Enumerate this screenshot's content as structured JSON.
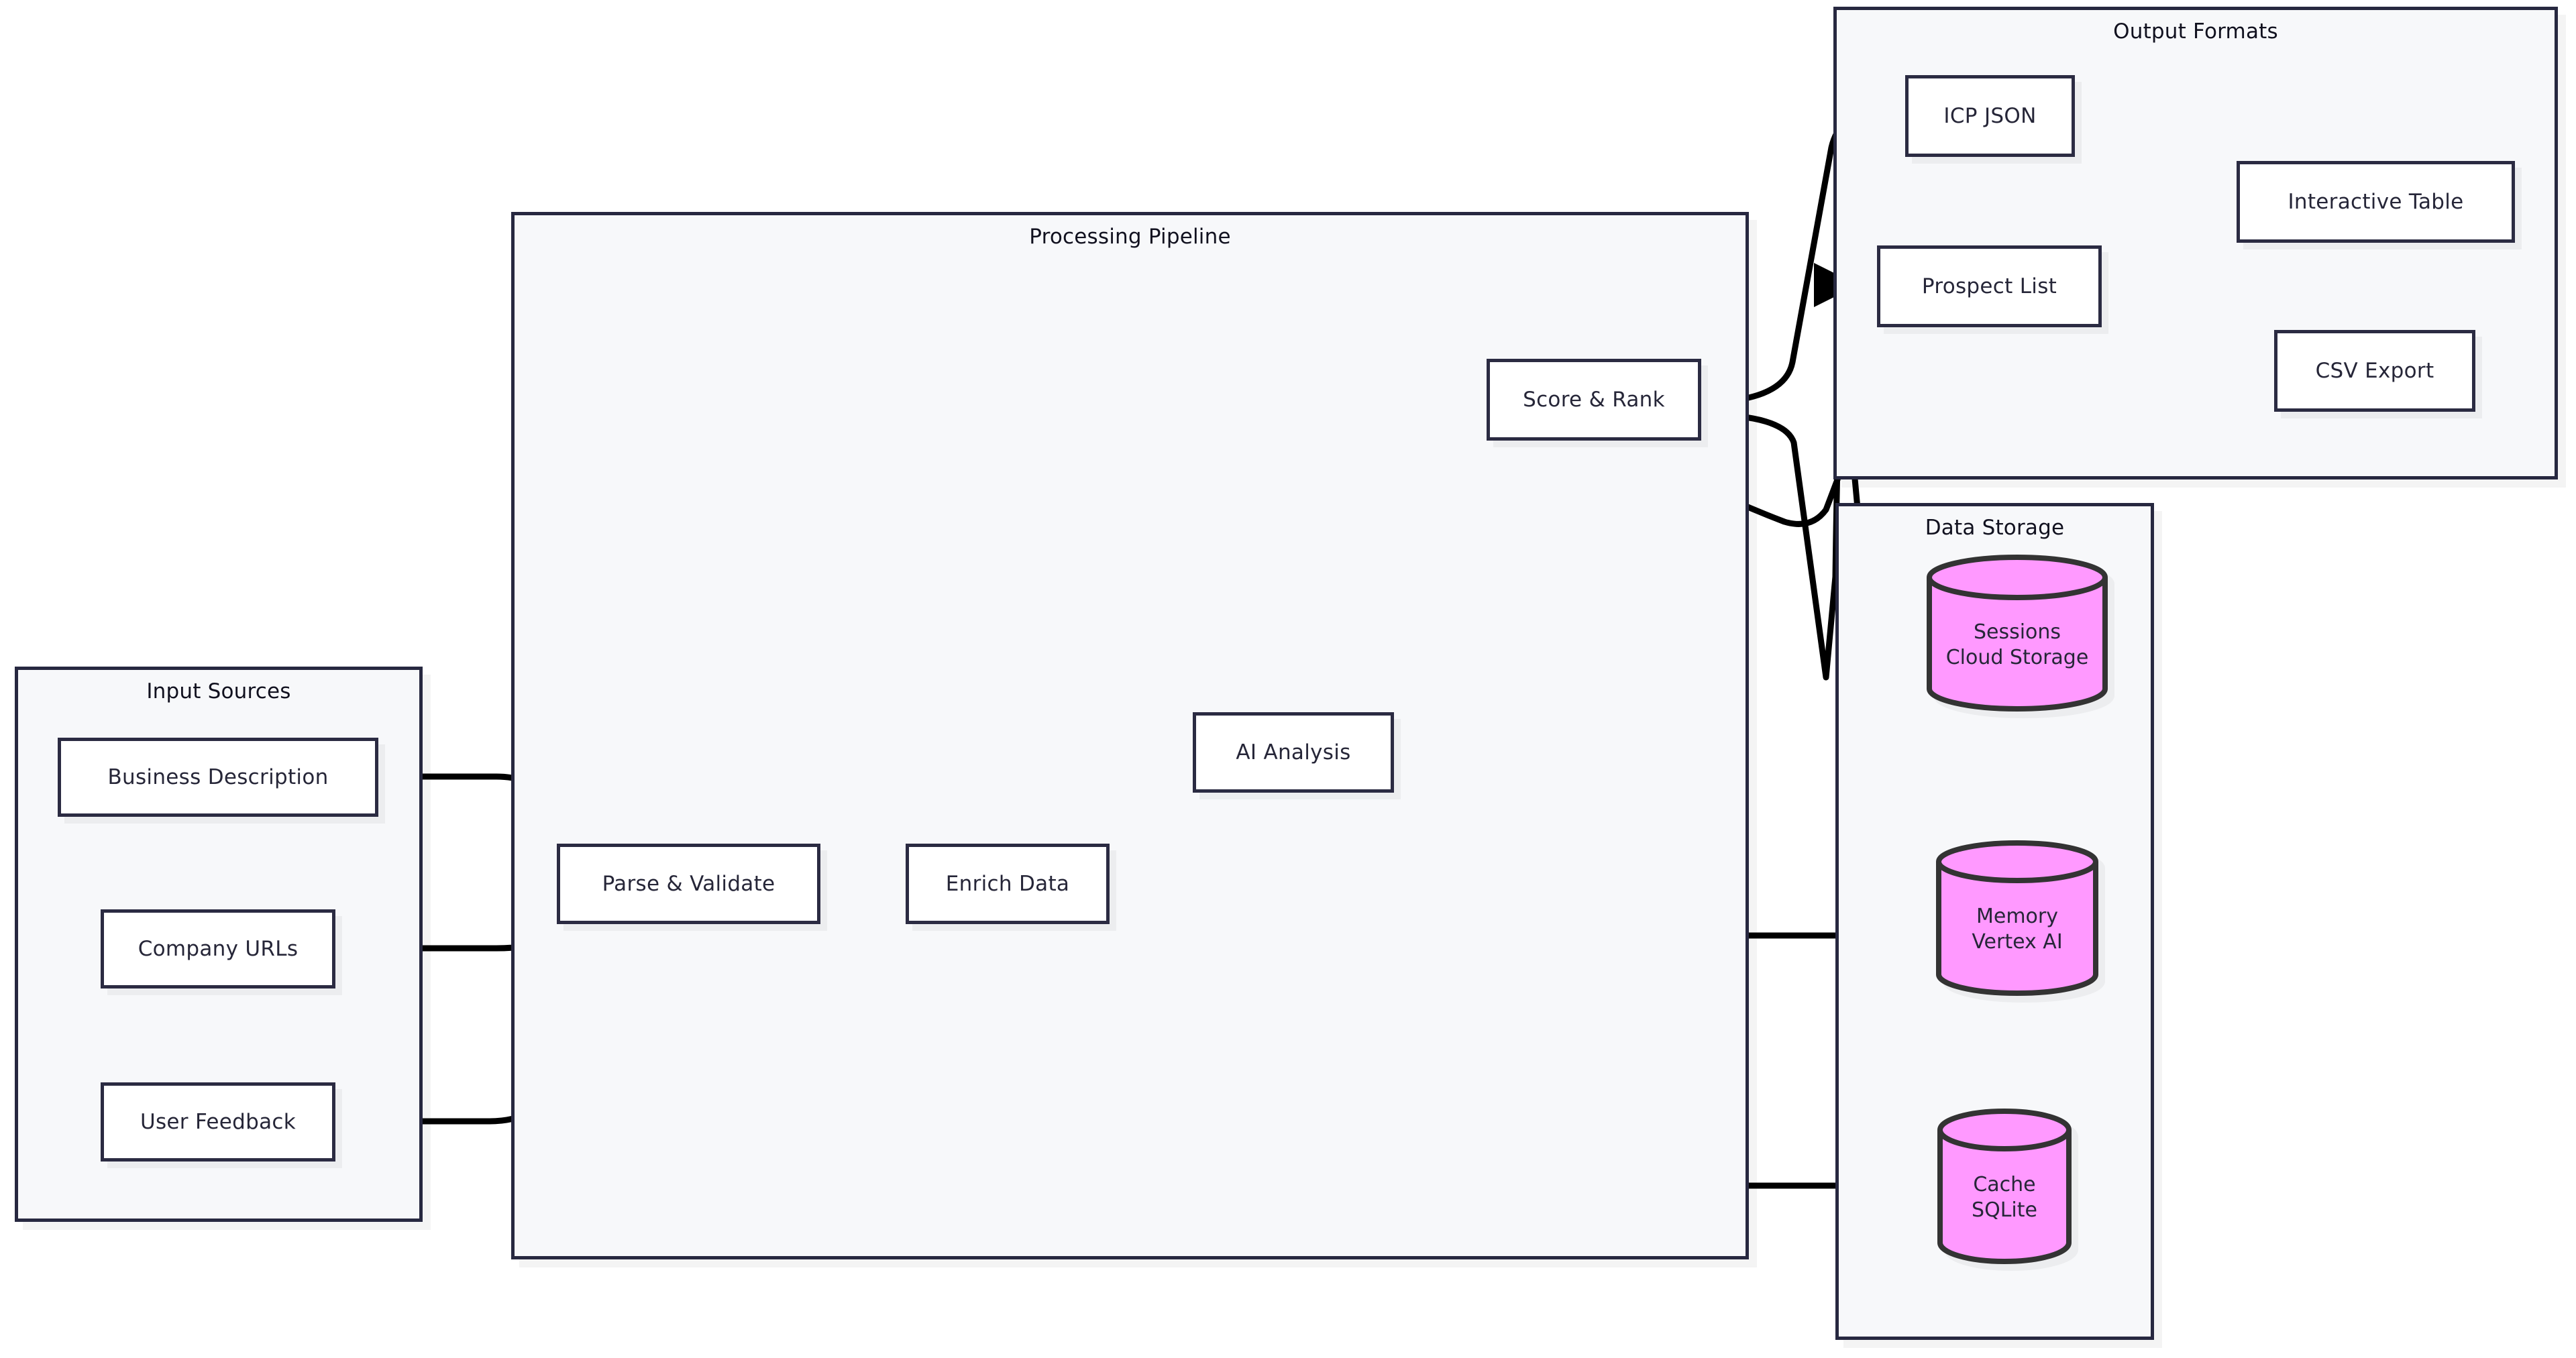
{
  "diagram": {
    "type": "flowchart",
    "direction": "left-to-right",
    "theme": {
      "background": "#ffffff",
      "cluster_fill": "#f7f8fa",
      "cluster_stroke": "#272840",
      "node_fill": "#ffffff",
      "node_stroke": "#2b2b42",
      "node_text": "#262638",
      "edge_stroke": "#000000",
      "storage_fill": "#ff99ff",
      "storage_stroke": "#333333"
    }
  },
  "clusters": {
    "input_sources": {
      "title": "Input Sources"
    },
    "processing_pipeline": {
      "title": "Processing Pipeline"
    },
    "output_formats": {
      "title": "Output Formats"
    },
    "data_storage": {
      "title": "Data Storage"
    }
  },
  "nodes": {
    "business_description": {
      "label": "Business Description",
      "shape": "rect"
    },
    "company_urls": {
      "label": "Company URLs",
      "shape": "rect"
    },
    "user_feedback": {
      "label": "User Feedback",
      "shape": "rect"
    },
    "parse_validate": {
      "label": "Parse & Validate",
      "shape": "rect"
    },
    "enrich_data": {
      "label": "Enrich Data",
      "shape": "rect"
    },
    "ai_analysis": {
      "label": "AI Analysis",
      "shape": "rect"
    },
    "score_rank": {
      "label": "Score & Rank",
      "shape": "rect"
    },
    "icp_json": {
      "label": "ICP JSON",
      "shape": "rect"
    },
    "prospect_list": {
      "label": "Prospect List",
      "shape": "rect"
    },
    "interactive_table": {
      "label": "Interactive Table",
      "shape": "rect"
    },
    "csv_export": {
      "label": "CSV Export",
      "shape": "rect"
    },
    "sessions": {
      "label_line1": "Sessions",
      "label_line2": "Cloud Storage",
      "shape": "cylinder"
    },
    "memory": {
      "label_line1": "Memory",
      "label_line2": "Vertex AI",
      "shape": "cylinder"
    },
    "cache": {
      "label_line1": "Cache",
      "label_line2": "SQLite",
      "shape": "cylinder"
    }
  },
  "edges": [
    {
      "from": "business_description",
      "to": "parse_validate",
      "arrow": "end"
    },
    {
      "from": "company_urls",
      "to": "parse_validate",
      "arrow": "end"
    },
    {
      "from": "user_feedback",
      "to": "parse_validate",
      "arrow": "end"
    },
    {
      "from": "parse_validate",
      "to": "enrich_data",
      "arrow": "end"
    },
    {
      "from": "enrich_data",
      "to": "ai_analysis",
      "arrow": "end"
    },
    {
      "from": "enrich_data",
      "to": "cache",
      "arrow": "end"
    },
    {
      "from": "ai_analysis",
      "to": "score_rank",
      "arrow": "end"
    },
    {
      "from": "ai_analysis",
      "to": "memory",
      "arrow": "end"
    },
    {
      "from": "score_rank",
      "to": "icp_json",
      "arrow": "end"
    },
    {
      "from": "score_rank",
      "to": "prospect_list",
      "arrow": "end"
    },
    {
      "from": "score_rank",
      "to": "sessions",
      "arrow": "end"
    },
    {
      "from": "prospect_list",
      "to": "interactive_table",
      "arrow": "end"
    },
    {
      "from": "prospect_list",
      "to": "csv_export",
      "arrow": "end"
    }
  ]
}
